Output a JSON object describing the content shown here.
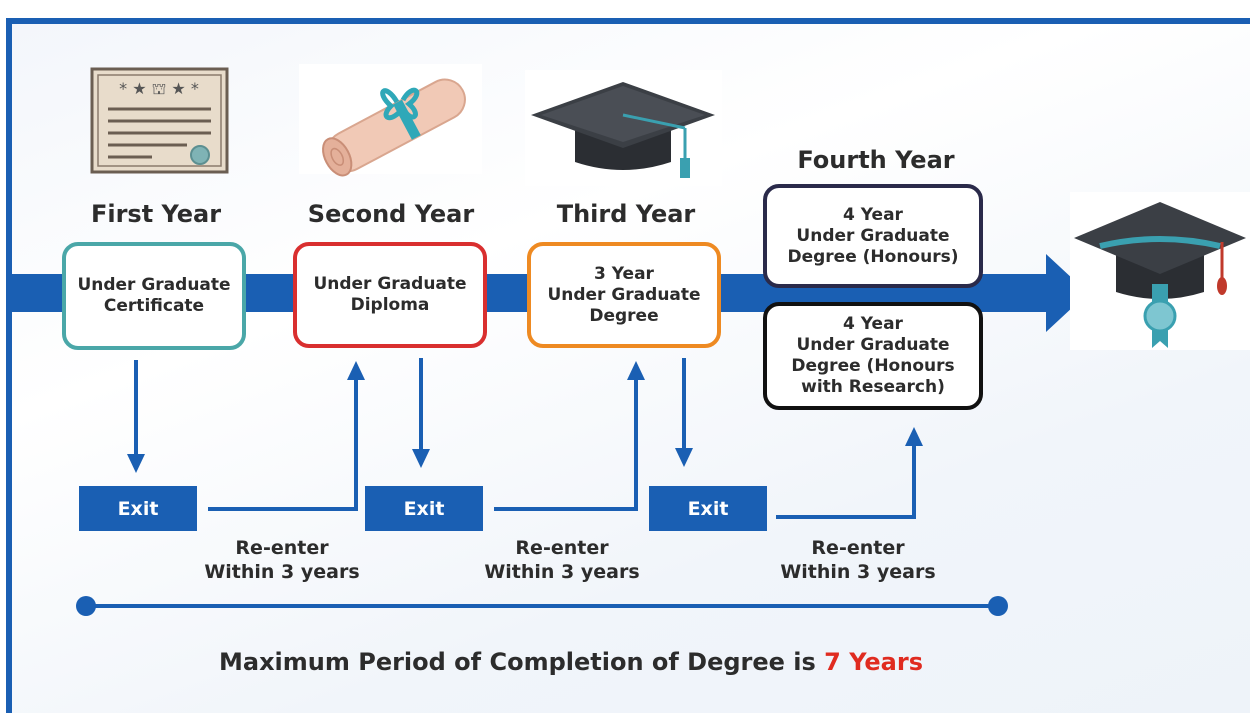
{
  "colors": {
    "primary_blue": "#1a5fb3",
    "first_year": "#4aa7a8",
    "second_year": "#d92f2f",
    "third_year": "#ee8a22",
    "fourth_year_honours": "#2a2a4a",
    "fourth_year_research": "#111111",
    "highlight": "#e02b20"
  },
  "stages": [
    {
      "year": "First Year",
      "box": "Under Graduate\nCertificate",
      "icon": "certificate-icon"
    },
    {
      "year": "Second Year",
      "box": "Under Graduate\nDiploma",
      "icon": "diploma-scroll-icon"
    },
    {
      "year": "Third Year",
      "box": "3 Year\nUnder Graduate\nDegree",
      "icon": "graduation-cap-icon"
    },
    {
      "year": "Fourth Year",
      "boxes": [
        "4 Year\nUnder Graduate\nDegree (Honours)",
        "4 Year\nUnder Graduate\nDegree (Honours\nwith Research)"
      ],
      "icon": "graduation-cap-medal-icon"
    }
  ],
  "exits": [
    {
      "label": "Exit",
      "reenter": "Re-enter\nWithin 3 years"
    },
    {
      "label": "Exit",
      "reenter": "Re-enter\nWithin 3 years"
    },
    {
      "label": "Exit",
      "reenter": "Re-enter\nWithin 3 years"
    }
  ],
  "footer": {
    "text": "Maximum Period of Completion of Degree is ",
    "highlight": "7 Years"
  }
}
